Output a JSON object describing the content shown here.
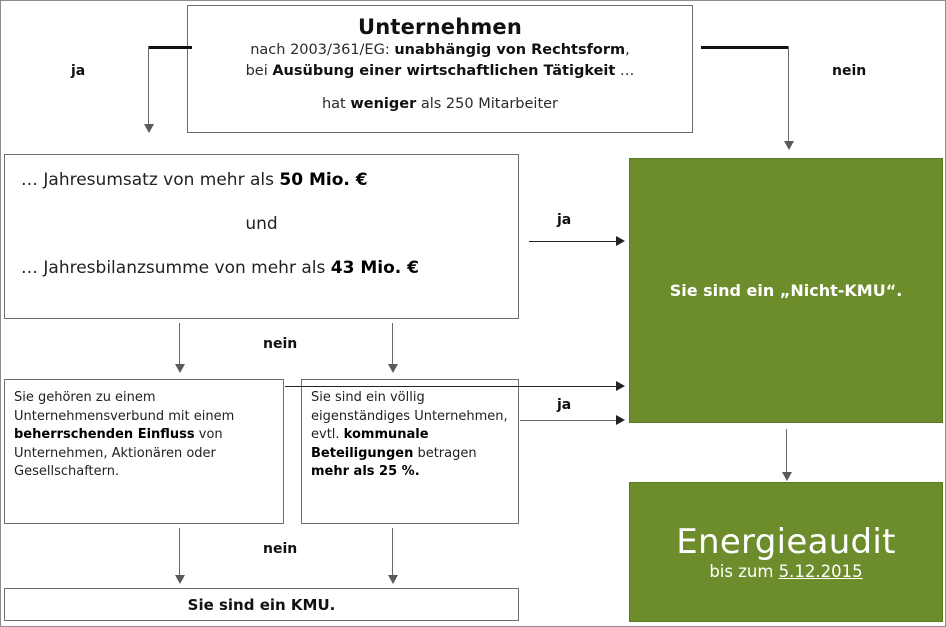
{
  "diagram": {
    "title": "KMU-Definition Entscheidungsbaum",
    "colors": {
      "green": "#6d8c2b",
      "box_border": "#6f6f6f",
      "text": "#1a1a1a",
      "white": "#ffffff"
    }
  },
  "boxes": {
    "unternehmen": {
      "title": "Unternehmen",
      "line1_pre": "nach 2003/361/EG: ",
      "line1_bold": "unabhängig von Rechtsform",
      "line1_post": ",",
      "line2_pre": "bei ",
      "line2_bold": "Ausübung einer wirtschaftlichen Tätigkeit",
      "line2_post": " …",
      "line3_pre": "hat ",
      "line3_bold": "weniger",
      "line3_post": " als 250 Mitarbeiter"
    },
    "finanz": {
      "line1_pre": "… Jahresumsatz von mehr als ",
      "line1_bold": "50 Mio. €",
      "conjunction": "und",
      "line2_pre": "… Jahresbilanzsumme von mehr als ",
      "line2_bold": "43 Mio. €"
    },
    "verbund": {
      "p1": "Sie gehören zu einem Unternehmensverbund mit einem ",
      "b1": "beherrschenden Einfluss",
      "p2": " von Unternehmen, Aktionären oder Gesellschaftern."
    },
    "eigenstaendig": {
      "p1": "Sie sind ein völlig eigenständiges Unternehmen, evtl. ",
      "b1": "kommunale Beteiligungen",
      "p2": " betragen ",
      "b2": "mehr als 25 %."
    },
    "kmu": {
      "text": "Sie sind ein KMU."
    },
    "nicht_kmu": {
      "text": "Sie sind ein „Nicht-KMU“."
    },
    "energieaudit": {
      "title": "Energieaudit",
      "sub_pre": "bis zum ",
      "sub_date": "5.12.2015"
    }
  },
  "labels": {
    "ja_top_left": "ja",
    "nein_top_right": "nein",
    "ja_finanz_right": "ja",
    "nein_finanz_down": "nein",
    "ja_lower_right": "ja",
    "nein_lower_down": "nein"
  }
}
